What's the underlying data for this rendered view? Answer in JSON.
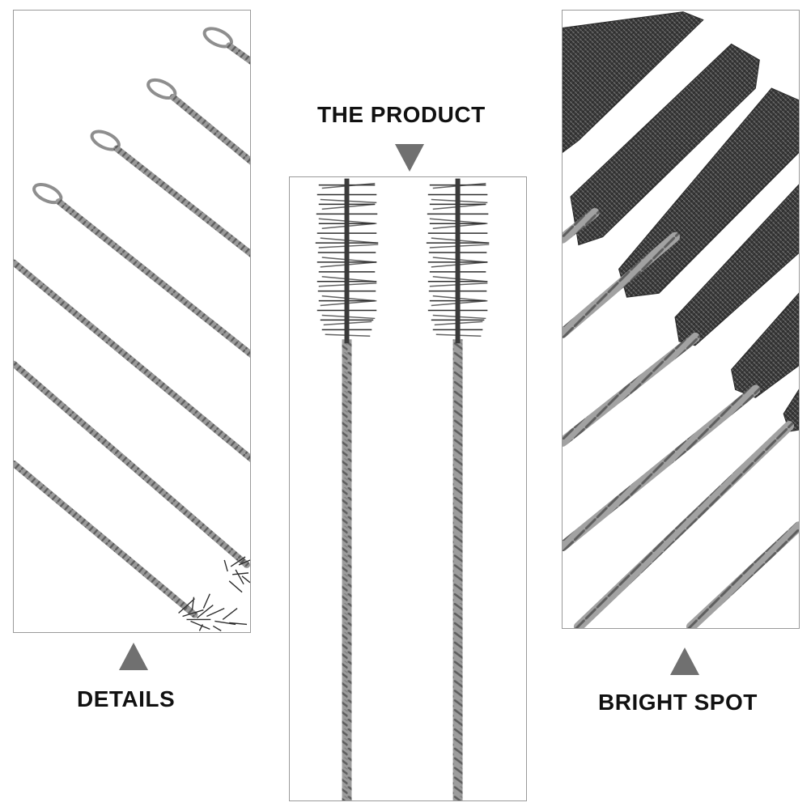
{
  "labels": {
    "product": "THE PRODUCT",
    "details": "DETAILS",
    "bright_spot": "BRIGHT SPOT"
  },
  "colors": {
    "arrow": "#707070",
    "wire": "#8e8e8e",
    "wire_dark": "#5e5e5e",
    "bristle": "#2d2d2d",
    "border": "#9a9a9a"
  },
  "icons": {
    "product_arrow": "triangle-down-icon",
    "details_arrow": "triangle-up-icon",
    "bright_arrow": "triangle-up-icon"
  }
}
